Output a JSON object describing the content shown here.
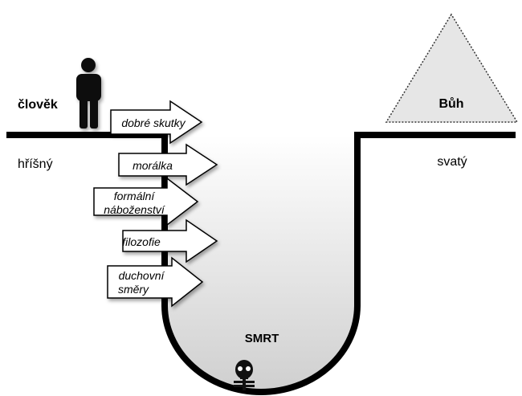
{
  "labels": {
    "human": "člověk",
    "sinful": "hříšný",
    "god": "Bůh",
    "holy": "svatý",
    "death": "SMRT"
  },
  "arrows": [
    {
      "line1": "dobré skutky",
      "line2": ""
    },
    {
      "line1": "morálka",
      "line2": ""
    },
    {
      "line1": "formální",
      "line2": "náboženství"
    },
    {
      "line1": "filozofie",
      "line2": ""
    },
    {
      "line1": "duchovní",
      "line2": "směry"
    }
  ],
  "icons": {
    "person": "person-icon",
    "skeleton": "skeleton-icon",
    "triangle": "triangle-icon"
  }
}
